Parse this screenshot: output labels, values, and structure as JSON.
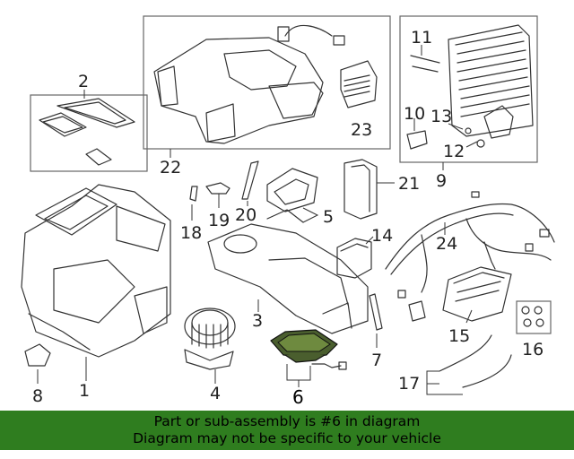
{
  "callouts": {
    "c1": "1",
    "c2": "2",
    "c3": "3",
    "c4": "4",
    "c5": "5",
    "c6": "6",
    "c7": "7",
    "c8": "8",
    "c9": "9",
    "c10": "10",
    "c11": "11",
    "c12": "12",
    "c13": "13",
    "c14": "14",
    "c15": "15",
    "c16": "16",
    "c17": "17",
    "c18": "18",
    "c19": "19",
    "c20": "20",
    "c21": "21",
    "c22": "22",
    "c23": "23",
    "c24": "24"
  },
  "highlighted_part": "6",
  "banner": {
    "line1": "Part or sub-assembly is #6 in diagram",
    "line2": "Diagram may not be specific to your vehicle"
  },
  "colors": {
    "banner_bg": "#2f7d1f",
    "highlight": "#4a5e2e",
    "line": "#333333"
  }
}
